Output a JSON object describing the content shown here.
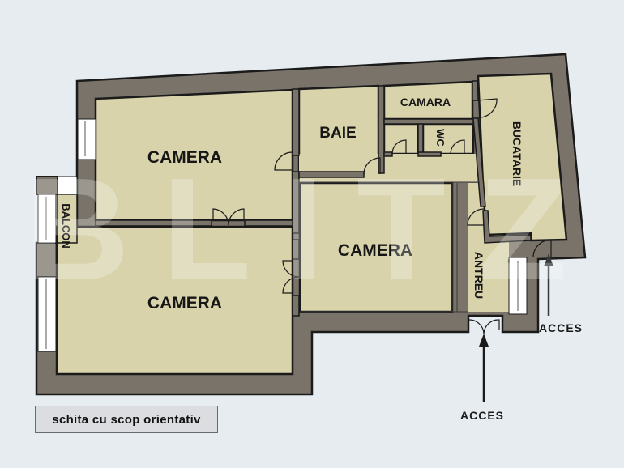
{
  "plan": {
    "rooms": [
      {
        "id": "camera-top",
        "label": "CAMERA"
      },
      {
        "id": "camera-bottom",
        "label": "CAMERA"
      },
      {
        "id": "camera-middle",
        "label": "CAMERA"
      },
      {
        "id": "baie",
        "label": "BAIE"
      },
      {
        "id": "camara",
        "label": "CAMARA"
      },
      {
        "id": "wc",
        "label": "WC"
      },
      {
        "id": "bucatarie",
        "label": "BUCATARIE"
      },
      {
        "id": "antreu",
        "label": "ANTREU"
      },
      {
        "id": "balcon",
        "label": "BALCON"
      }
    ],
    "access_points": [
      {
        "label": "ACCES",
        "position": "entrance-antreu"
      },
      {
        "label": "ACCES",
        "position": "entrance-bucatarie"
      }
    ],
    "note": "schita cu scop orientativ",
    "watermark": "BLITZ",
    "colors": {
      "background": "#e6ecef",
      "wall": "#7a7369",
      "wall_outline": "#1b1b1b",
      "floor": "#d9d3ac",
      "window": "#ffffff",
      "arrow": "#1a1a1a"
    }
  }
}
